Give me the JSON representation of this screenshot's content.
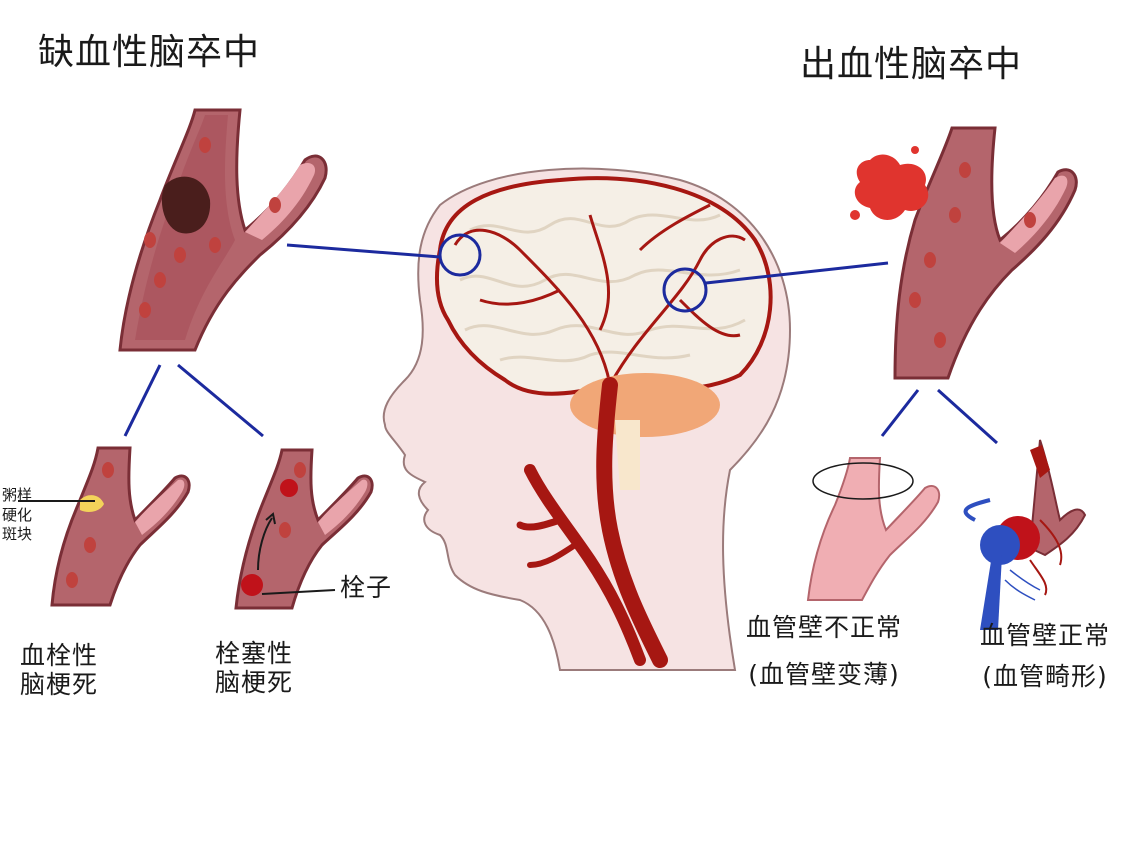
{
  "titles": {
    "ischemic": "缺血性脑卒中",
    "hemorrhagic": "出血性脑卒中"
  },
  "labels": {
    "plaque": [
      "粥样",
      "硬化",
      "斑块"
    ],
    "embolus": "栓子",
    "thrombotic": [
      "血栓性",
      "脑梗死"
    ],
    "embolic": [
      "栓塞性",
      "脑梗死"
    ],
    "abnormal_wall": [
      "血管壁不正常",
      "(血管壁变薄)"
    ],
    "normal_wall": [
      "血管壁正常",
      "(血管畸形)"
    ]
  },
  "colors": {
    "connector": "#1c2a9e",
    "vessel_wall": "#b4656c",
    "vessel_inner": "#e59aa1",
    "blood_cell": "#c0423e",
    "artery": "#a61712",
    "skin": "#f6e3e3",
    "brain": "#f5efe6",
    "plaque": "#f3d35a",
    "hemorrhage": "#e0342e",
    "vein_blue": "#2e4fc0"
  }
}
